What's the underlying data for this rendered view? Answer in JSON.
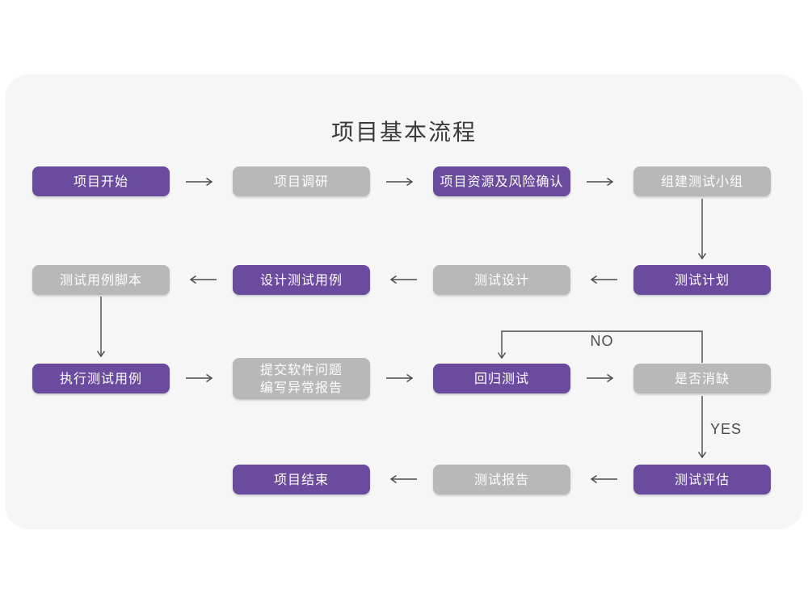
{
  "title": "项目基本流程",
  "colors": {
    "purple": "#6b4b9e",
    "gray": "#b9b8b9",
    "panel": "#f6f6f7",
    "arrow": "#4a4a4a",
    "title_color": "#3b3b3b",
    "node_text": "#fdfdfd"
  },
  "decision_labels": {
    "no": "NO",
    "yes": "YES"
  },
  "nodes": [
    {
      "label": "项目开始",
      "variant": "purple"
    },
    {
      "label": "项目调研",
      "variant": "gray"
    },
    {
      "label": "项目资源及风险确认",
      "variant": "purple"
    },
    {
      "label": "组建测试小组",
      "variant": "gray"
    },
    {
      "label": "测试计划",
      "variant": "purple"
    },
    {
      "label": "测试设计",
      "variant": "gray"
    },
    {
      "label": "设计测试用例",
      "variant": "purple"
    },
    {
      "label": "测试用例脚本",
      "variant": "gray"
    },
    {
      "label": "执行测试用例",
      "variant": "purple"
    },
    {
      "label": "提交软件问题\n编写异常报告",
      "variant": "gray"
    },
    {
      "label": "回归测试",
      "variant": "purple"
    },
    {
      "label": "是否消缺",
      "variant": "gray"
    },
    {
      "label": "测试评估",
      "variant": "purple"
    },
    {
      "label": "测试报告",
      "variant": "gray"
    },
    {
      "label": "项目结束",
      "variant": "purple"
    }
  ],
  "edges": [
    {
      "from": "项目开始",
      "to": "项目调研",
      "label": ""
    },
    {
      "from": "项目调研",
      "to": "项目资源及风险确认",
      "label": ""
    },
    {
      "from": "项目资源及风险确认",
      "to": "组建测试小组",
      "label": ""
    },
    {
      "from": "组建测试小组",
      "to": "测试计划",
      "label": ""
    },
    {
      "from": "测试计划",
      "to": "测试设计",
      "label": ""
    },
    {
      "from": "测试设计",
      "to": "设计测试用例",
      "label": ""
    },
    {
      "from": "设计测试用例",
      "to": "测试用例脚本",
      "label": ""
    },
    {
      "from": "测试用例脚本",
      "to": "执行测试用例",
      "label": ""
    },
    {
      "from": "执行测试用例",
      "to": "提交软件问题 编写异常报告",
      "label": ""
    },
    {
      "from": "提交软件问题 编写异常报告",
      "to": "回归测试",
      "label": ""
    },
    {
      "from": "回归测试",
      "to": "是否消缺",
      "label": ""
    },
    {
      "from": "是否消缺",
      "to": "回归测试",
      "label": "NO"
    },
    {
      "from": "是否消缺",
      "to": "测试评估",
      "label": "YES"
    },
    {
      "from": "测试评估",
      "to": "测试报告",
      "label": ""
    },
    {
      "from": "测试报告",
      "to": "项目结束",
      "label": ""
    }
  ]
}
